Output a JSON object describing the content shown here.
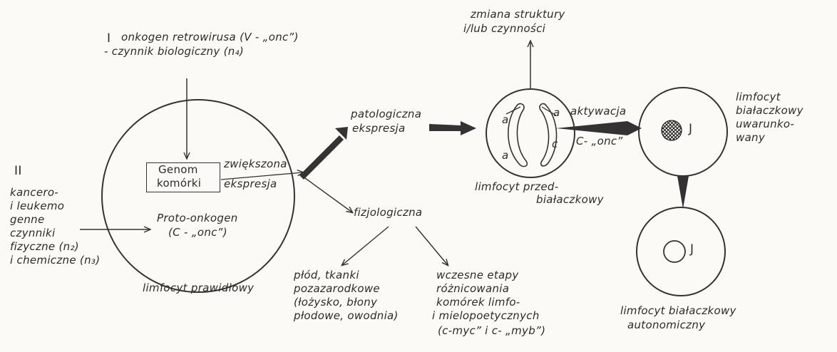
{
  "labels": {
    "top_roman": "I",
    "retrovirus_line1": "onkogen retrowirusa (V - „onc”)",
    "retrovirus_line2": "- czynnik biologiczny (n₄)",
    "left_roman": "II",
    "factor_1": "kancero-",
    "factor_2": "i leukemo",
    "factor_3": "genne",
    "factor_4": "czynniki",
    "factor_5": "fizyczne (n₂)",
    "factor_6": "i chemiczne (n₃)",
    "genome_line1": "Genom",
    "genome_line2": "komórki",
    "increased_1": "zwiększona",
    "increased_2": "ekspresja",
    "protooncogene_1": "Proto-onkogen",
    "protooncogene_2": "(C - „onc”)",
    "normal_lymphocyte": "limfocyt prawidłowy",
    "pathological_1": "patologiczna",
    "pathological_2": "ekspresja",
    "physiological": "fizjologiczna",
    "fetus_1": "płód, tkanki",
    "fetus_2": "pozazarodkowe",
    "fetus_3": "(łożysko, błony",
    "fetus_4": "płodowe, owodnia)",
    "early_1": "wczesne etapy",
    "early_2": "różnicowania",
    "early_3": "komórek limfo-",
    "early_4": "i mielopoetycznych",
    "early_5": "(c-myc” i c- „myb”)",
    "change_1": "zmiana struktury",
    "change_2": "i/lub czynności",
    "preleuk_1": "limfocyt przed-",
    "preleuk_2": "białaczkowy",
    "activation": "aktywacja",
    "c_onc": "C- „onc”",
    "a_top": "a",
    "a_bottom": "a",
    "a_right": "a",
    "c_label": "c",
    "cond_1": "limfocyt",
    "cond_2": "białaczkowy",
    "cond_3": "uwarunko-",
    "cond_4": "wany",
    "J_top": "J",
    "J_bottom": "J",
    "auto_1": "limfocyt białaczkowy",
    "auto_2": "autonomiczny"
  },
  "colors": {
    "ink": "#2b2b2b",
    "paper": "#fbfaf6"
  }
}
